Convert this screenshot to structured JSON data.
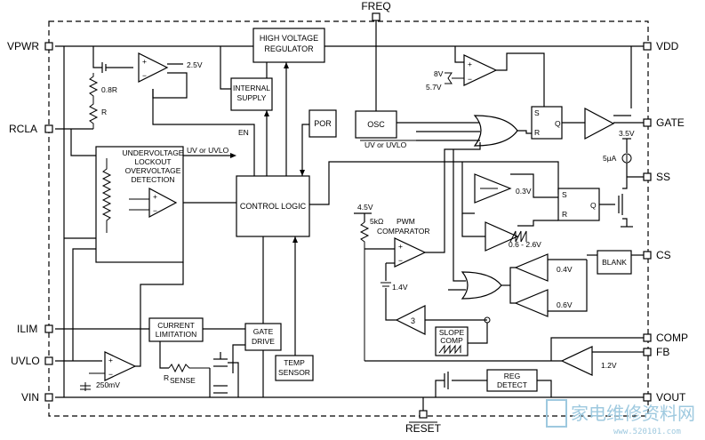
{
  "pins": {
    "freq": "FREQ",
    "vpwr": "VPWR",
    "rcla": "RCLA",
    "ilim": "ILIM",
    "uvlo": "UVLO",
    "vin": "VIN",
    "reset": "RESET",
    "vdd": "VDD",
    "gate": "GATE",
    "ss": "SS",
    "cs": "CS",
    "comp": "COMP",
    "fb": "FB",
    "vout": "VOUT"
  },
  "blocks": {
    "hv_reg_1": "HIGH VOLTAGE",
    "hv_reg_2": "REGULATOR",
    "internal_1": "INTERNAL",
    "internal_2": "SUPPLY",
    "por": "POR",
    "osc": "OSC",
    "uvlo_1": "UNDERVOLTAGE",
    "uvlo_2": "LOCKOUT",
    "ovd_1": "OVERVOLTAGE",
    "ovd_2": "DETECTION",
    "control": "CONTROL LOGIC",
    "current_1": "CURRENT",
    "current_2": "LIMITATION",
    "gate_drive_1": "GATE",
    "gate_drive_2": "DRIVE",
    "temp_1": "TEMP",
    "temp_2": "SENSOR",
    "blank": "BLANK",
    "slope_1": "SLOPE",
    "slope_2": "COMP",
    "reg_1": "REG",
    "reg_2": "DETECT",
    "pwm_1": "PWM",
    "pwm_2": "COMPARATOR"
  },
  "labels": {
    "v2_5": "2.5V",
    "r08": "0.8R",
    "r": "R",
    "en": "EN",
    "uv_or_uvlo_a": "UV or UVLO",
    "uv_or_uvlo_b": "UV or UVLO",
    "v8": "8V",
    "v5_7": "5.7V",
    "v3_5": "3.5V",
    "i5ua": "5µA",
    "v0_3": "0.3V",
    "v06_26": "0.6 - 2.6V",
    "v4_5": "4.5V",
    "r5k": "5kΩ",
    "v1_4": "1.4V",
    "v0_4": "0.4V",
    "v0_6": "0.6V",
    "gain3": "3",
    "v1_2": "1.2V",
    "mv250": "250mV",
    "rsense_r": "R",
    "rsense_sub": "SENSE",
    "s1": "S",
    "r1": "R",
    "q1": "Q",
    "s2": "S",
    "r2": "R",
    "q2": "Q"
  },
  "watermark": {
    "text": "家电维修资料网",
    "url": "www.520101.com"
  }
}
